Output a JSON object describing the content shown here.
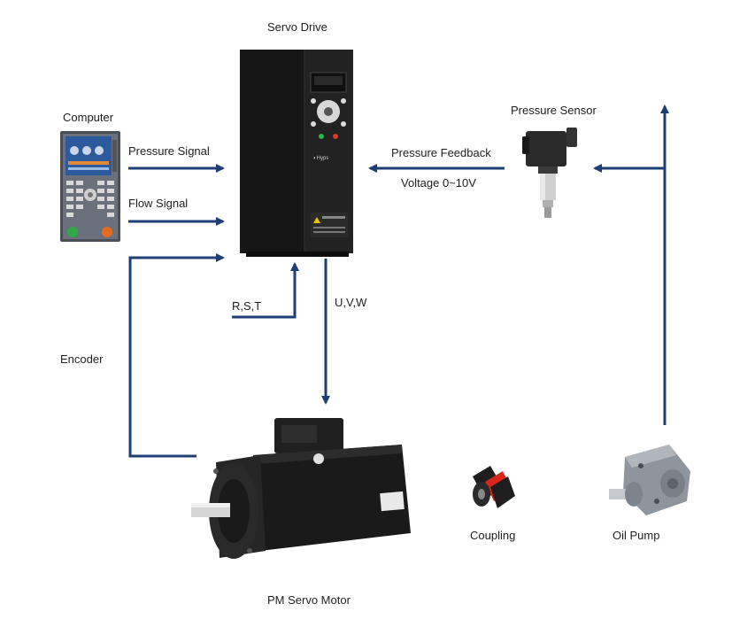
{
  "colors": {
    "arrow": "#1d3f73",
    "device_dark": "#1a1a1a",
    "background": "#ffffff"
  },
  "components": {
    "servo_drive": "Servo Drive",
    "computer": "Computer",
    "pressure_sensor": "Pressure Sensor",
    "pm_servo_motor": "PM Servo Motor",
    "coupling": "Coupling",
    "oil_pump": "Oil Pump"
  },
  "signals": {
    "pressure_signal": "Pressure Signal",
    "flow_signal": "Flow Signal",
    "pressure_feedback": "Pressure Feedback",
    "voltage": "Voltage 0~10V",
    "rst": "R,S,T",
    "uvw": "U,V,W",
    "encoder": "Encoder"
  },
  "icons": {
    "servo_drive": "servo-drive-icon",
    "computer": "controller-panel-icon",
    "pressure_sensor": "pressure-sensor-icon",
    "motor": "servo-motor-icon",
    "coupling": "coupling-icon",
    "oil_pump": "oil-pump-icon"
  }
}
